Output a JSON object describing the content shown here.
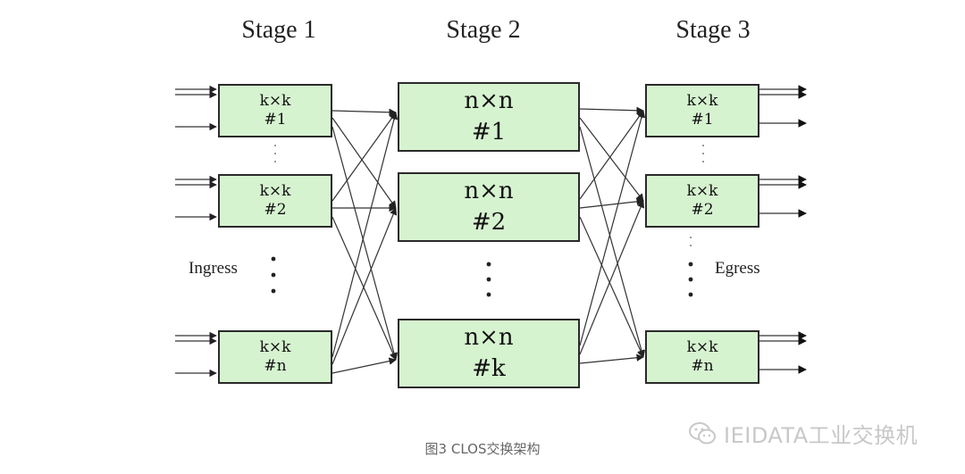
{
  "stages": [
    {
      "title": "Stage 1"
    },
    {
      "title": "Stage 2"
    },
    {
      "title": "Stage 3"
    }
  ],
  "labels": {
    "ingress": "Ingress",
    "egress": "Egress"
  },
  "stage1_boxes": [
    {
      "size": "k×k",
      "index": "#1"
    },
    {
      "size": "k×k",
      "index": "#2"
    },
    {
      "size": "k×k",
      "index": "#n"
    }
  ],
  "stage2_boxes": [
    {
      "size": "n×n",
      "index": "#1"
    },
    {
      "size": "n×n",
      "index": "#2"
    },
    {
      "size": "n×n",
      "index": "#k"
    }
  ],
  "stage3_boxes": [
    {
      "size": "k×k",
      "index": "#1"
    },
    {
      "size": "k×k",
      "index": "#2"
    },
    {
      "size": "k×k",
      "index": "#n"
    }
  ],
  "caption": "图3  CLOS交换架构",
  "watermark": {
    "text": "IEIDATA工业交换机",
    "icon": "wechat-icon"
  },
  "colors": {
    "box_fill": "#d6f3d0",
    "line": "#333333",
    "caption": "#666666",
    "watermark": "#c8c8c8"
  }
}
